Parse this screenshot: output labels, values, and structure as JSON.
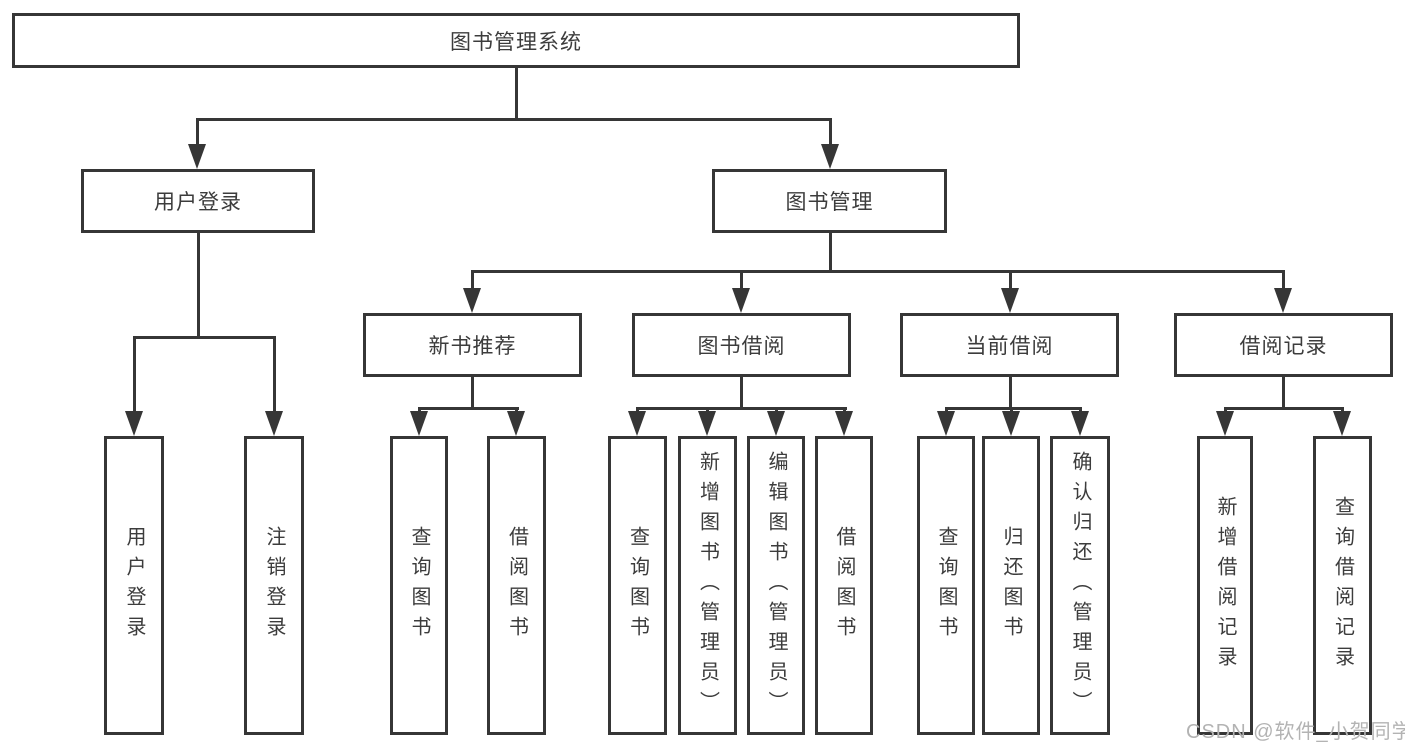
{
  "diagram": {
    "title_node": {
      "label": "图书管理系统"
    },
    "level2": [
      {
        "label": "用户登录"
      },
      {
        "label": "图书管理"
      }
    ],
    "level3": [
      {
        "label": "新书推荐"
      },
      {
        "label": "图书借阅"
      },
      {
        "label": "当前借阅"
      },
      {
        "label": "借阅记录"
      }
    ],
    "leaves": [
      {
        "label": "用户登录"
      },
      {
        "label": "注销登录"
      },
      {
        "label": "查询图书"
      },
      {
        "label": "借阅图书"
      },
      {
        "label": "查询图书"
      },
      {
        "label": "新增图书（管理员）"
      },
      {
        "label": "编辑图书（管理员）"
      },
      {
        "label": "借阅图书"
      },
      {
        "label": "查询图书"
      },
      {
        "label": "归还图书"
      },
      {
        "label": "确认归还（管理员）"
      },
      {
        "label": "新增借阅记录"
      },
      {
        "label": "查询借阅记录"
      }
    ]
  },
  "watermark": {
    "text": "CSDN @软件_小贺同学"
  },
  "colors": {
    "line": "#363636",
    "text": "#3c3c3c",
    "watermark": "#b3b3b3",
    "background": "#ffffff"
  }
}
